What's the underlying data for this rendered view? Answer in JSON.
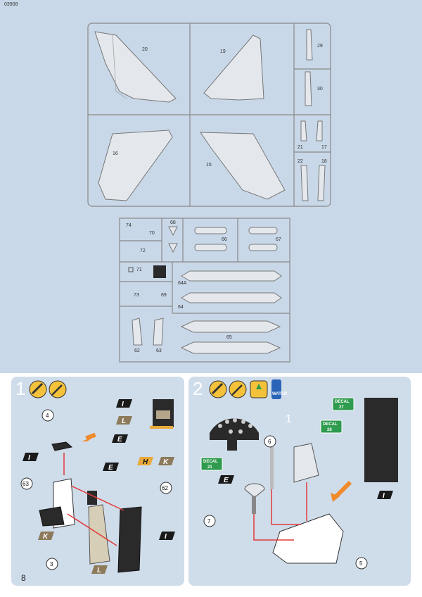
{
  "header": {
    "code": "03908"
  },
  "page_number": "8",
  "sprue": {
    "parts": {
      "p20": "20",
      "p19": "19",
      "p29": "29",
      "p30": "30",
      "p16": "16",
      "p15": "15",
      "p21": "21",
      "p17": "17",
      "p22": "22",
      "p18": "18",
      "p74": "74",
      "p70": "70",
      "p72": "72",
      "p68": "68",
      "p66": "66",
      "p67": "67",
      "p71": "71",
      "p64a": "64A",
      "p64": "64",
      "p73": "73",
      "p69": "69",
      "p65": "65",
      "p62": "62",
      "p63": "63"
    }
  },
  "step1": {
    "number": "1",
    "icons": [
      "glue-icon",
      "paint-brush-icon"
    ],
    "callouts": {
      "c4": "4",
      "c63": "63",
      "c62": "62",
      "c3": "3"
    },
    "color_flags": {
      "f1": "I",
      "f2": "L",
      "f3": "E",
      "f4": "H",
      "f5": "K",
      "f6": "I",
      "f7": "E",
      "f8": "K",
      "f9": "I",
      "f10": "L"
    }
  },
  "step2": {
    "number": "2",
    "icons": [
      "glue-icon",
      "paint-brush-icon",
      "decal-icon",
      "decal-water-icon"
    ],
    "sub_number": "1",
    "callouts": {
      "c6": "6",
      "c7": "7",
      "c5": "5"
    },
    "decals": {
      "d27_label": "DECAL",
      "d27_num": "27",
      "d28_label": "DECAL",
      "d28_num": "28",
      "d21_label": "DECAL",
      "d21_num": "21"
    },
    "color_flags": {
      "f1": "E",
      "f2": "I"
    },
    "water_label": "WATER"
  },
  "colors": {
    "sprue_bg": "#c9d8e8",
    "part_fill": "#e4e8ec",
    "flag_black": "#1a1a1a",
    "flag_tan": "#b5a58a",
    "flag_gold": "#e8a93a",
    "flag_olive": "#8c7a5a",
    "arrow_orange": "#f08a2c",
    "line_red": "#e23b3b",
    "decal_green": "#2e9b4e"
  }
}
